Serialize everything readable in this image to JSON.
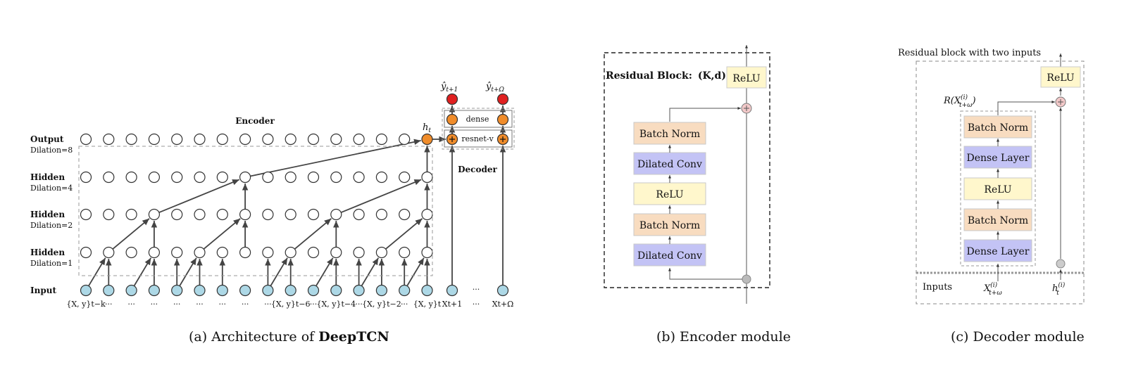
{
  "panel_a": {
    "encoder_title": "Encoder",
    "decoder_title": "Decoder",
    "h_t_label": "h",
    "h_t_sub": "t",
    "yhat_first": "ŷ",
    "yhat_first_sub": "t+1",
    "yhat_last": "ŷ",
    "yhat_last_sub": "t+Ω",
    "dense_label": "dense",
    "resnet_label": "resnet-v",
    "rows": [
      {
        "name": "Output",
        "dilation": "Dilation=8"
      },
      {
        "name": "Hidden",
        "dilation": "Dilation=4"
      },
      {
        "name": "Hidden",
        "dilation": "Dilation=2"
      },
      {
        "name": "Hidden",
        "dilation": "Dilation=1"
      },
      {
        "name": "Input",
        "dilation": ""
      }
    ],
    "input_labels": [
      "{X, y}t−k",
      "···",
      "···",
      "···",
      "···",
      "···",
      "···",
      "···",
      "···",
      "{X, y}t−6",
      "···",
      "{X, y}t−4",
      "···",
      "{X, y}t−2",
      "···",
      "{X, y}t"
    ],
    "future_labels": [
      "Xt+1",
      "···",
      "Xt+Ω"
    ],
    "caption_prefix": "(a) Architecture of ",
    "caption_bold": "DeepTCN"
  },
  "panel_b": {
    "title": "Residual Block:",
    "title_params": "(K,d)",
    "blocks": [
      "Batch Norm",
      "Dilated Conv",
      "ReLU",
      "Batch Norm",
      "Dilated Conv"
    ],
    "relu_out": "ReLU",
    "caption": "(b) Encoder module"
  },
  "panel_c": {
    "title": "Residual block with two inputs",
    "r_label": "R(X(i)t+ω)",
    "blocks": [
      "Batch Norm",
      "Dense Layer",
      "ReLU",
      "Batch Norm",
      "Dense Layer"
    ],
    "relu_out": "ReLU",
    "inputs_label": "Inputs",
    "x_input": "X(i)t+ω",
    "h_input": "h(i)t",
    "caption": "(c) Decoder module"
  },
  "colors": {
    "input_node": "#add8e6",
    "orange_node": "#f08c2a",
    "red_node": "#e02020",
    "batch_norm": "#f8dcc0",
    "conv_dense": "#c3c3f5",
    "relu": "#fff7cc"
  }
}
